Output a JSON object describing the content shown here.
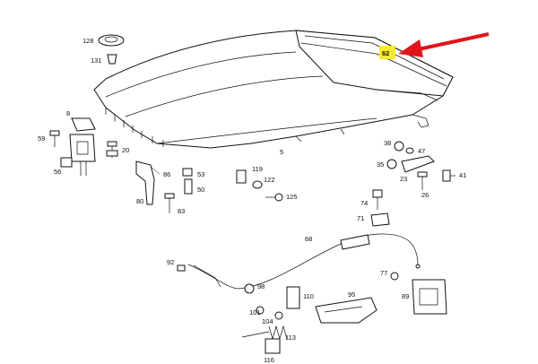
{
  "highlight": {
    "label": "62",
    "color": "#f7ea2c"
  },
  "arrow_color": "#e0151b",
  "labels": {
    "p5": "5",
    "p8": "8",
    "p20": "20",
    "p23": "23",
    "p26": "26",
    "p35": "35",
    "p38": "38",
    "p41": "41",
    "p47": "47",
    "p50": "50",
    "p53": "53",
    "p56": "56",
    "p59": "59",
    "p68": "68",
    "p71": "71",
    "p74": "74",
    "p77": "77",
    "p80": "80",
    "p83": "83",
    "p86": "86",
    "p89": "89",
    "p92": "92",
    "p95": "95",
    "p98": "98",
    "p101": "101",
    "p104": "104",
    "p110": "110",
    "p113": "113",
    "p116": "116",
    "p119": "119",
    "p122": "122",
    "p125": "125",
    "p128": "128",
    "p131": "131"
  }
}
